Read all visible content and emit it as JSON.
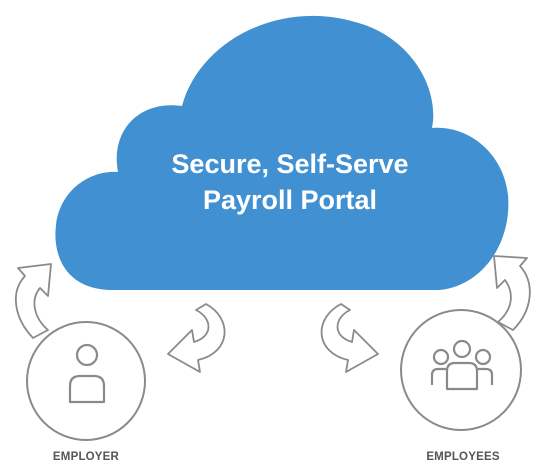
{
  "portal": {
    "title_line1": "Secure, Self-Serve",
    "title_line2": "Payroll Portal",
    "cloud_color": "#4190d1"
  },
  "roles": {
    "employer": {
      "label": "EMPLOYER",
      "icon": "person-icon"
    },
    "employees": {
      "label": "EMPLOYEES",
      "icon": "group-icon"
    }
  },
  "colors": {
    "outline": "#8a8a8a",
    "label": "#555555"
  }
}
